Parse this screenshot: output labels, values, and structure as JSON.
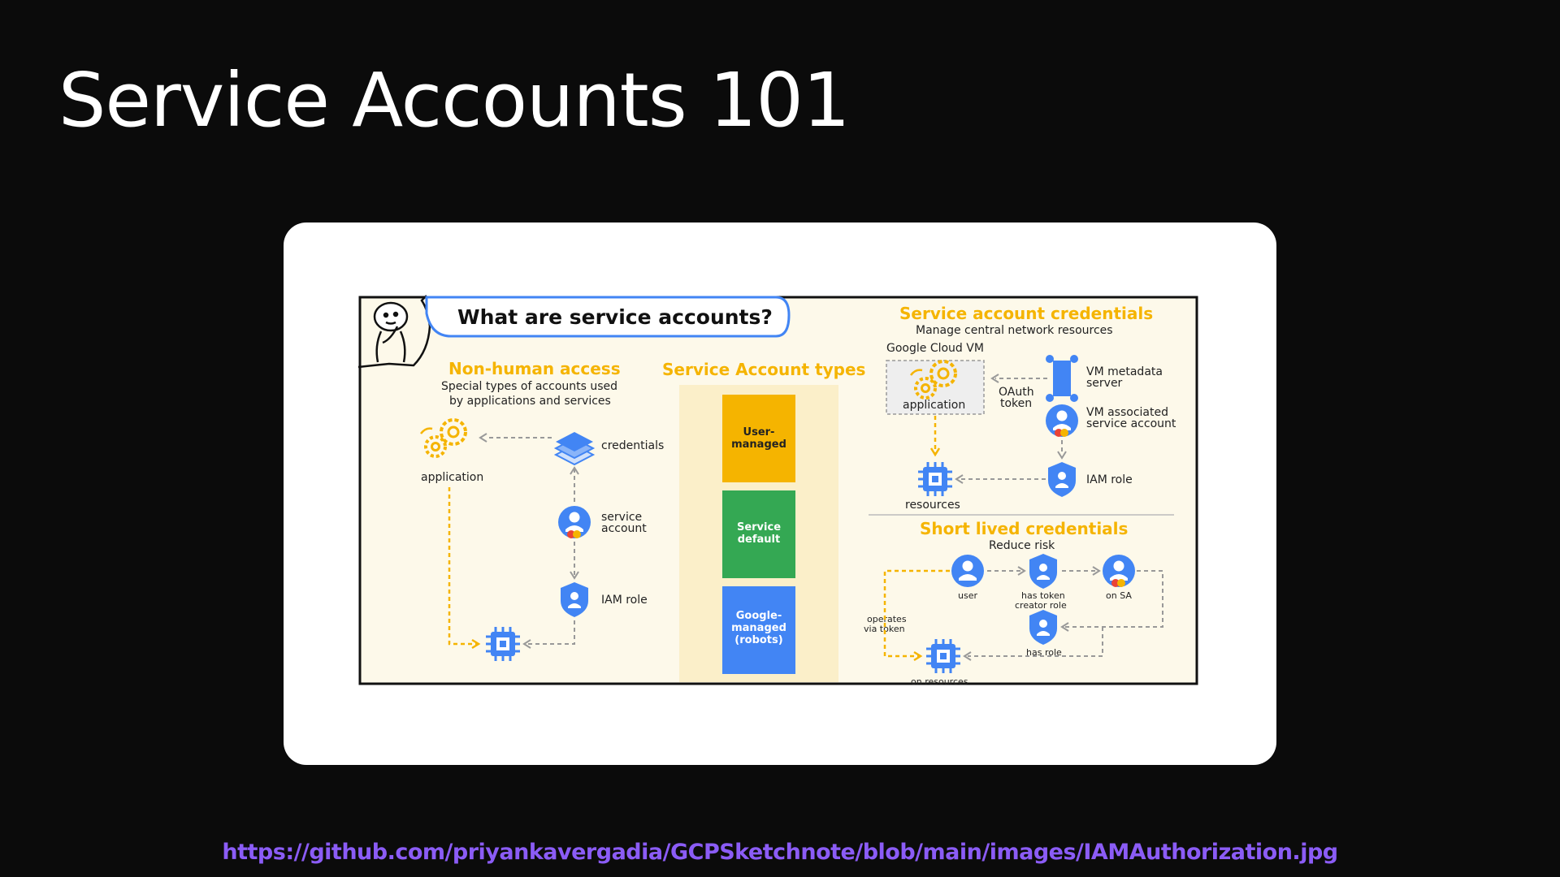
{
  "slide": {
    "title": "Service Accounts 101",
    "link": "https://github.com/priyankavergadia/GCPSketchnote/blob/main/images/IAMAuthorization.jpg"
  },
  "diagram": {
    "question": "What are service accounts?",
    "non_human": {
      "heading": "Non-human access",
      "sub_line1": "Special types of accounts used",
      "sub_line2": "by applications and services",
      "application": "application",
      "credentials": "credentials",
      "service_line1": "service",
      "service_line2": "account",
      "iam_role": "IAM role"
    },
    "types": {
      "heading": "Service Account types",
      "user_line1": "User-",
      "user_line2": "managed",
      "service_line1": "Service",
      "service_line2": "default",
      "google_line1": "Google-",
      "google_line2": "managed",
      "google_line3": "(robots)"
    },
    "credentials": {
      "heading": "Service account credentials",
      "sub": "Manage central network resources",
      "vm": "Google Cloud VM",
      "application": "application",
      "oauth_line1": "OAuth",
      "oauth_line2": "token",
      "metadata_line1": "VM metadata",
      "metadata_line2": "server",
      "assoc_line1": "VM associated",
      "assoc_line2": "service account",
      "resources": "resources",
      "iam_role": "IAM role"
    },
    "short_lived": {
      "heading": "Short lived credentials",
      "sub": "Reduce risk",
      "user": "user",
      "token_line1": "has token",
      "token_line2": "creator role",
      "on_sa": "on SA",
      "operates_line1": "operates",
      "operates_line2": "via token",
      "has_role": "has role",
      "on_resources": "on resources"
    }
  },
  "colors": {
    "background": "#0b0b0b",
    "accent_yellow": "#f5b400",
    "google_blue": "#4285f4",
    "google_green": "#34a853",
    "link_purple": "#8b5cf6",
    "panel_cream": "#fdf9ea"
  },
  "icons": [
    "thinking-person-icon",
    "gears-icon",
    "layers-icon",
    "account-icon",
    "shield-icon",
    "chip-icon",
    "vm-server-icon"
  ]
}
